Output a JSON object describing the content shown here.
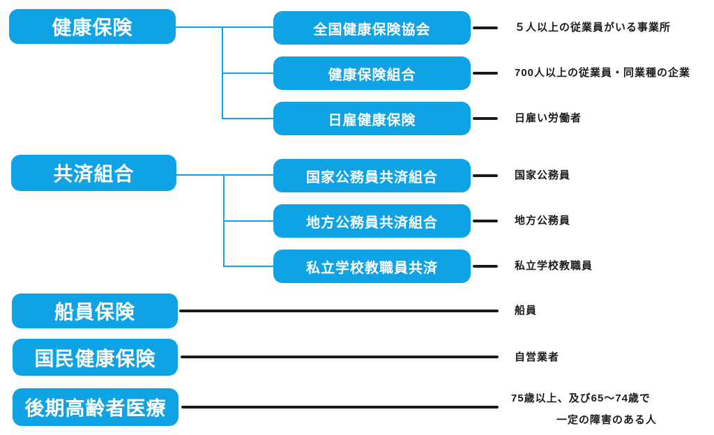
{
  "diagram": {
    "description_labels_language": "ja",
    "colors": {
      "node_blue": "#0FA3E5",
      "connector_blue": "#0FA3E5",
      "leader_black": "#1a1a1a",
      "node_text": "#ffffff",
      "note_text": "#1a1a1a",
      "background": "#ffffff"
    },
    "groups": [
      {
        "parent": "健康保険",
        "children": [
          {
            "label": "全国健康保険協会",
            "note": "５人以上の従業員がいる事業所"
          },
          {
            "label": "健康保険組合",
            "note": "700人以上の従業員・同業種の企業"
          },
          {
            "label": "日雇健康保険",
            "note": "日雇い労働者"
          }
        ]
      },
      {
        "parent": "共済組合",
        "children": [
          {
            "label": "国家公務員共済組合",
            "note": "国家公務員"
          },
          {
            "label": "地方公務員共済組合",
            "note": "地方公務員"
          },
          {
            "label": "私立学校教職員共済",
            "note": "私立学校教職員"
          }
        ]
      },
      {
        "parent": "船員保険",
        "note": "船員"
      },
      {
        "parent": "国民健康保険",
        "note": "自営業者"
      },
      {
        "parent": "後期高齢者医療",
        "note_lines": [
          "75歳以上、及び65〜74歳で",
          "一定の障害のある人"
        ]
      }
    ]
  }
}
